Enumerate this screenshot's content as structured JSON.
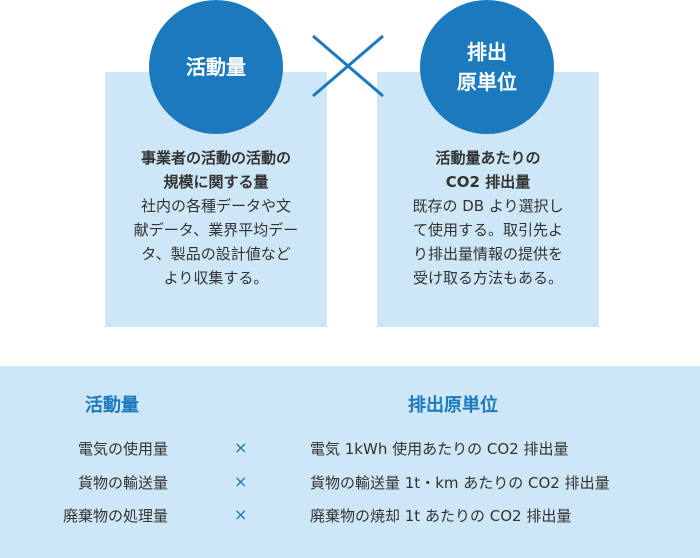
{
  "circles": {
    "left_title": "活動量",
    "right_title_line1": "排出",
    "right_title_line2": "原単位"
  },
  "cards": {
    "left": {
      "bold_line1": "事業者の活動の活動の",
      "bold_line2": "規模に関する量",
      "body_line1": "社内の各種データや文",
      "body_line2": "献データ、業界平均デー",
      "body_line3": "タ、製品の設計値など",
      "body_line4": "より収集する。"
    },
    "right": {
      "bold_line1": "活動量あたりの",
      "bold_line2": "CO2 排出量",
      "body_line1": "既存の DB より選択し",
      "body_line2": "て使用する。取引先よ",
      "body_line3": "り排出量情報の提供を",
      "body_line4": "受け取る方法もある。"
    }
  },
  "table": {
    "left_header": "活動量",
    "right_header": "排出原単位",
    "times_symbol": "×",
    "rows": [
      {
        "activity": "電気の使用量",
        "factor": "電気 1kWh 使用あたりの CO2 排出量"
      },
      {
        "activity": "貨物の輸送量",
        "factor": "貨物の輸送量 1t・km あたりの CO2 排出量"
      },
      {
        "activity": "廃棄物の処理量",
        "factor": "廃棄物の焼却 1t あたりの CO2 排出量"
      }
    ]
  },
  "colors": {
    "accent": "#1b79be",
    "card_bg": "#cde7f6",
    "text": "#333333"
  },
  "icons": {
    "multiply": "cross-icon"
  }
}
